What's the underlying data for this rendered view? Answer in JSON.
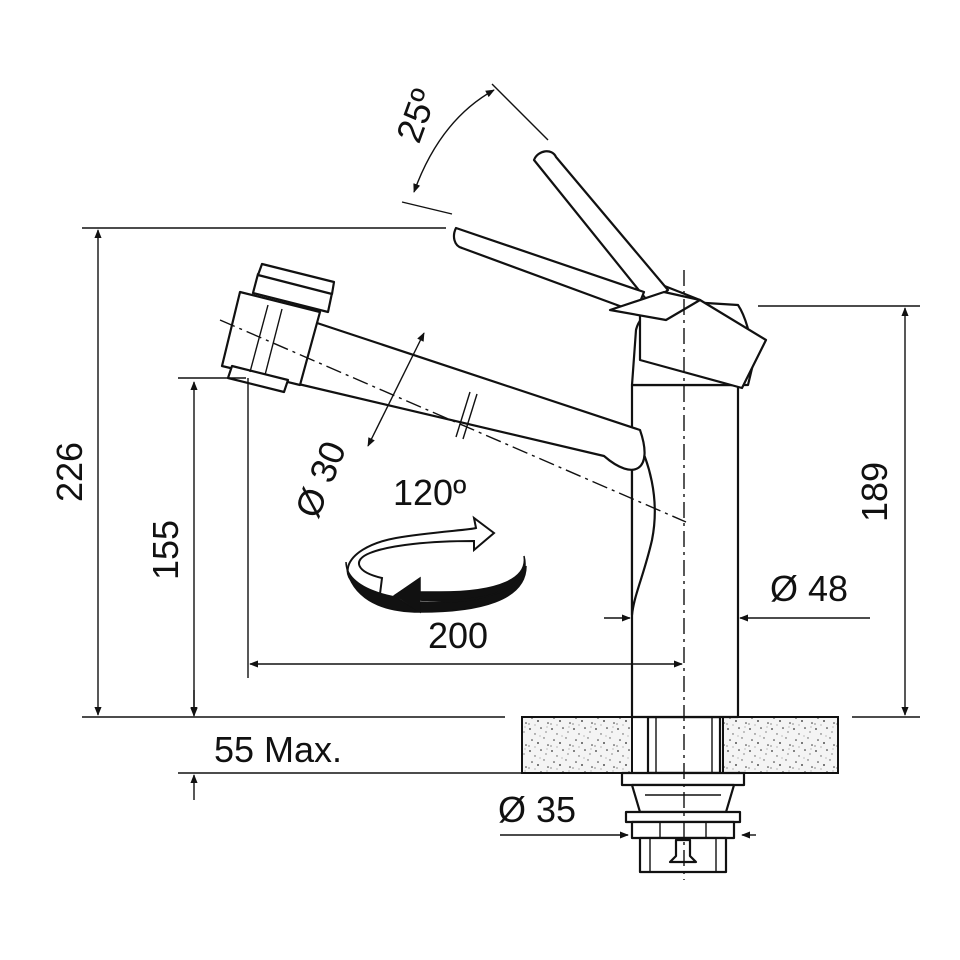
{
  "dimensions": {
    "overall_height": "226",
    "spout_height": "155",
    "body_height": "189",
    "countertop_thickness": "55 Max.",
    "lever_angle": "25º",
    "spout_diameter": "Ø 30",
    "swivel_angle": "120º",
    "reach": "200",
    "body_diameter": "Ø 48",
    "shank_diameter": "Ø 35"
  },
  "icons": {
    "swivel": "rotation-arrow-icon"
  },
  "colors": {
    "line": "#111111",
    "background": "#ffffff"
  }
}
